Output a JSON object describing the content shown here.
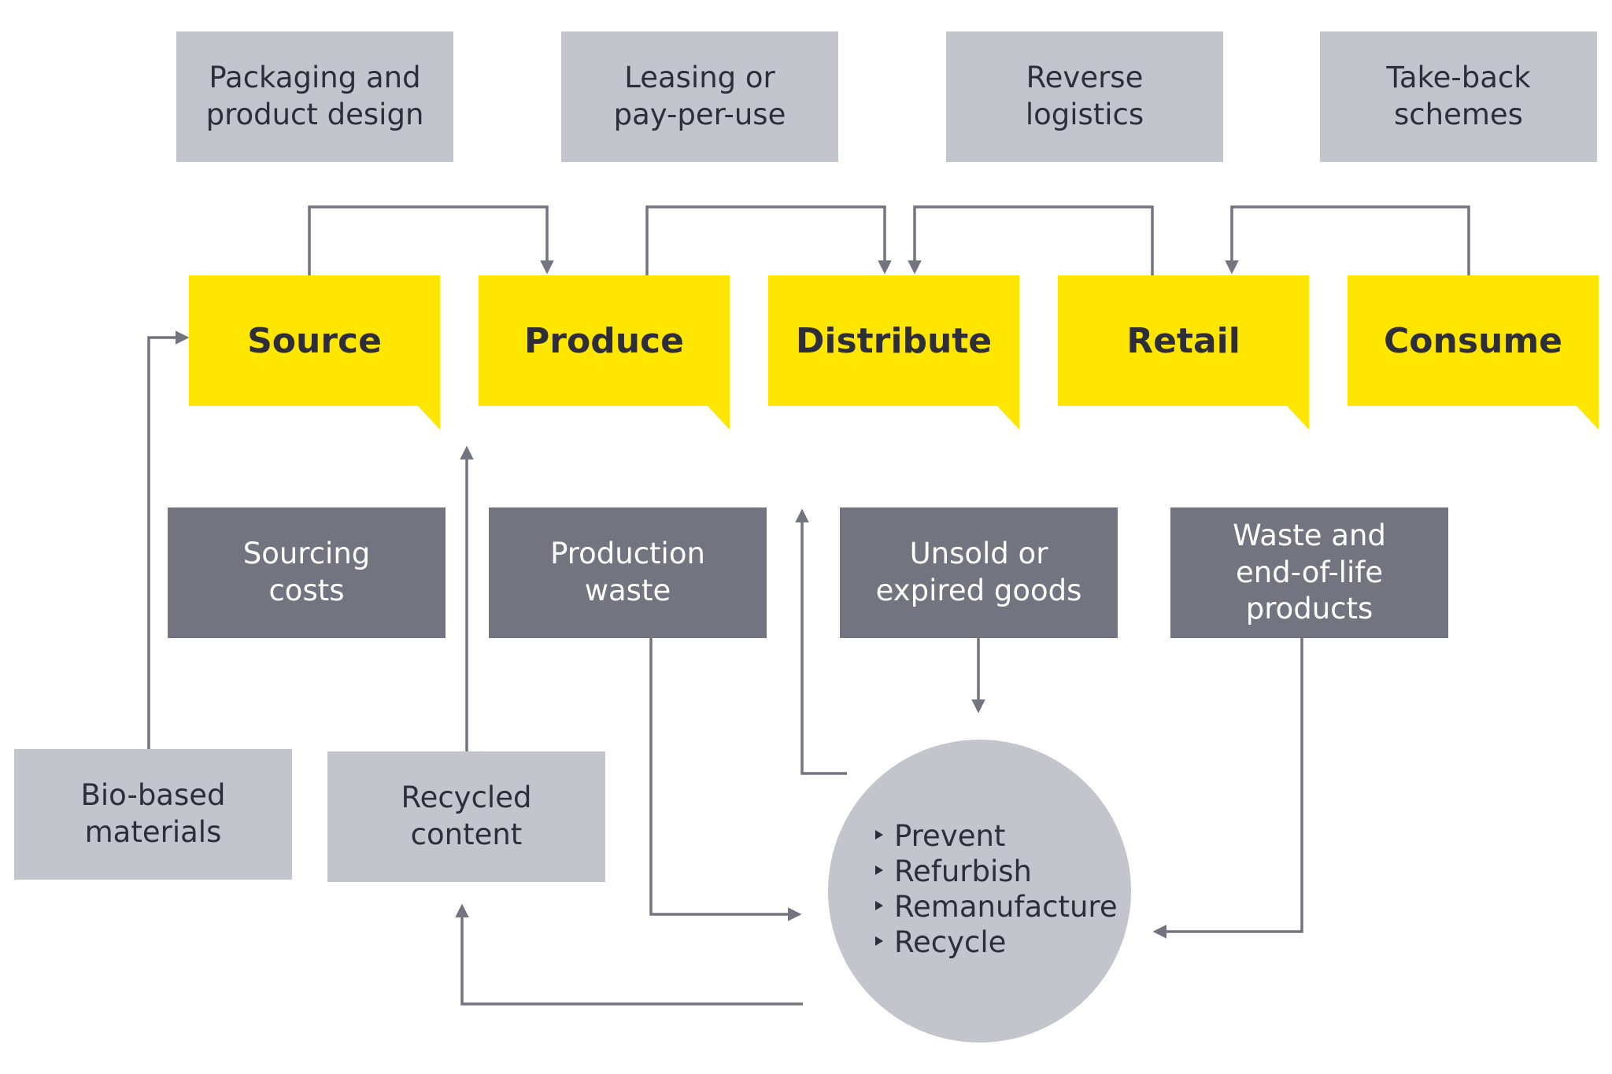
{
  "enablers": [
    "Packaging and\nproduct design",
    "Leasing or\npay-per-use",
    "Reverse\nlogistics",
    "Take-back\nschemes"
  ],
  "stages": [
    "Source",
    "Produce",
    "Distribute",
    "Retail",
    "Consume"
  ],
  "waste_items": [
    "Sourcing\ncosts",
    "Production\nwaste",
    "Unsold or\nexpired goods",
    "Waste and\nend-of-life products"
  ],
  "inputs": [
    "Bio-based\nmaterials",
    "Recycled\ncontent"
  ],
  "loop_actions": [
    "Prevent",
    "Refurbish",
    "Remanufacture",
    "Recycle"
  ],
  "colors": {
    "stage_yellow": "#ffe600",
    "light_grey": "#c4c4cd",
    "dark_grey": "#747480",
    "connector": "#747480",
    "text_dark": "#2e2e38"
  }
}
